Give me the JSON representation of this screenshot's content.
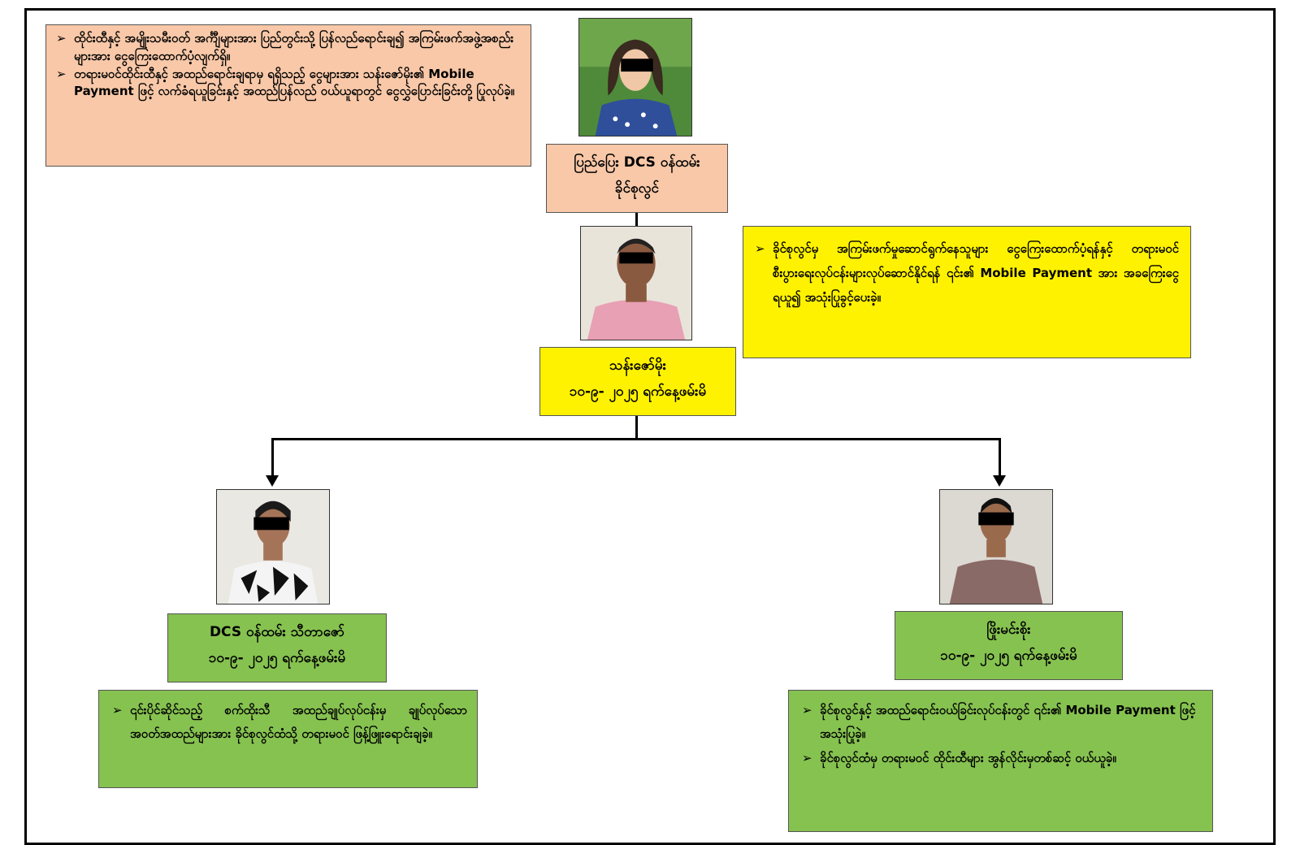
{
  "boxes": {
    "top_info": {
      "items": [
        "ထိုင်းထီနှင့် အမျိုးသမီးဝတ် အင်္ကျီများအား ပြည်တွင်းသို့ ပြန်လည်ရောင်းချ၍ အကြမ်းဖက်အဖွဲ့အစည်းများအား ငွေကြေးထောက်ပံ့လျက်ရှိ။",
        "တရားမဝင်ထိုင်းထီနှင့် အထည်ရောင်းချရာမှ ရရှိသည့် ငွေများအား သန်းဇော်မိုး၏ Mobile Payment ဖြင့် လက်ခံရယူခြင်းနှင့် အထည်ပြန်လည် ဝယ်ယူရာတွင် ငွေလွှဲပြောင်းခြင်းတို့ ပြုလုပ်ခဲ့။"
      ]
    },
    "top_person": {
      "line1": "ပြည်ပြေး DCS ဝန်ထမ်း",
      "line2": "ခိုင်စုလွင်"
    },
    "middle_info": {
      "items": [
        "ခိုင်စုလွင်မှ အကြမ်းဖက်မှုဆောင်ရွက်နေသူများ ငွေကြေးထောက်ပံ့ရန်နှင့် တရားမဝင် စီးပွားရေးလုပ်ငန်းများလုပ်ဆောင်နိုင်ရန် ၎င်း၏ Mobile Payment အား အခကြေးငွေ ရယူ၍ အသုံးပြုခွင့်ပေးခဲ့။"
      ]
    },
    "middle_person": {
      "line1": "သန်းဇော်မိုး",
      "line2": "၁၀-၉- ၂၀၂၅ ရက်နေ့ဖမ်းမိ"
    },
    "left_person": {
      "line1": "DCS ဝန်ထမ်း သီတာဇော်",
      "line2": "၁၀-၉- ၂၀၂၅ ရက်နေ့ဖမ်းမိ"
    },
    "left_info": {
      "items": [
        "၎င်းပိုင်ဆိုင်သည့် စက်ထိုးသီ အထည်ချုပ်လုပ်ငန်းမှ ချုပ်လုပ်သော အဝတ်အထည်များအား ခိုင်စုလွင်ထံသို့ တရားမဝင် ဖြန့်ဖြူးရောင်းချခဲ့။"
      ]
    },
    "right_person": {
      "line1": "ဖြိုးမင်းစိုး",
      "line2": "၁၀-၉- ၂၀၂၅ ရက်နေ့ဖမ်းမိ"
    },
    "right_info": {
      "items": [
        "ခိုင်စုလွင်နှင့် အထည်ရောင်းဝယ်ခြင်းလုပ်ငန်းတွင် ၎င်း၏ Mobile Payment ဖြင့် အသုံးပြုခဲ့။",
        "ခိုင်စုလွင်ထံမှ တရားမဝင် ထိုင်းထီများ အွန်လိုင်းမှတစ်ဆင့် ဝယ်ယူခဲ့။"
      ]
    }
  },
  "colors": {
    "peach": "#f8c8a8",
    "yellow": "#fff200",
    "green": "#86c250"
  }
}
